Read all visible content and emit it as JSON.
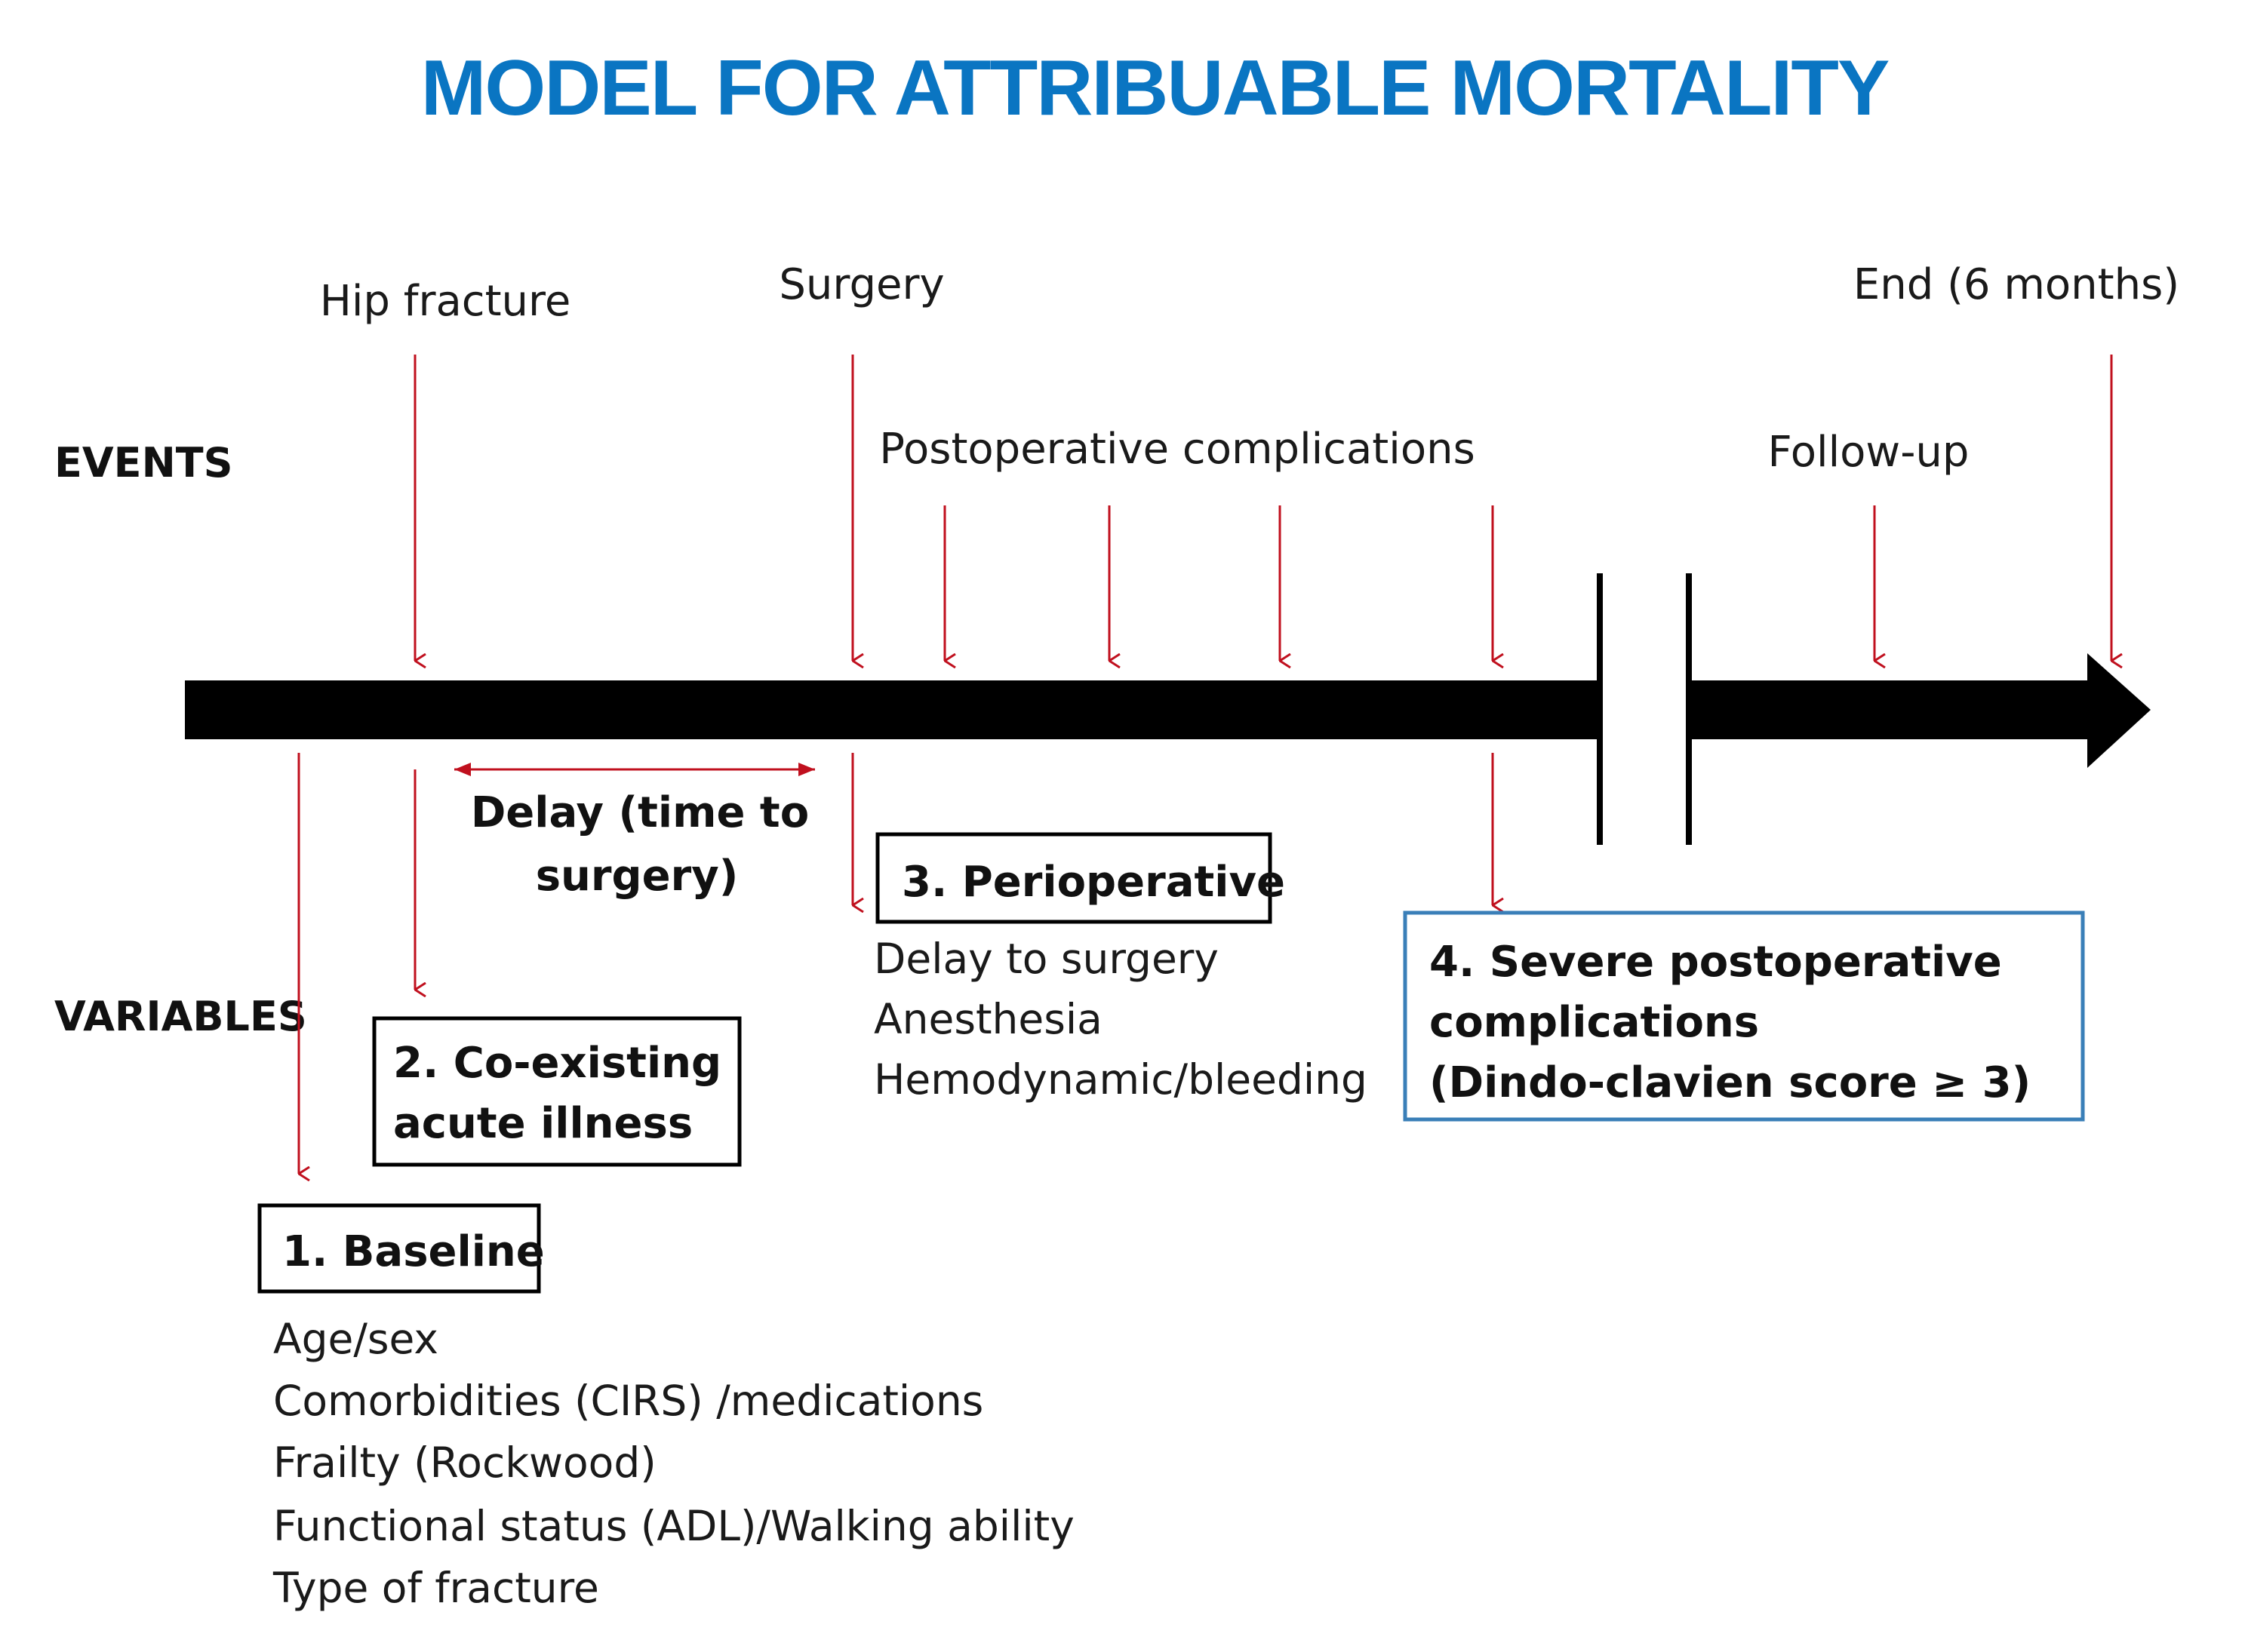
{
  "title": "MODEL FOR ATTRIBUABLE MORTALITY",
  "sections": {
    "events": "EVENTS",
    "variables": "VARIABLES"
  },
  "events": {
    "hip_fracture": "Hip fracture",
    "surgery": "Surgery",
    "end": "End (6 months)",
    "postoperative": "Postoperative complications",
    "follow_up": "Follow-up"
  },
  "delay": {
    "line1": "Delay (time to",
    "line2": "surgery)"
  },
  "boxes": {
    "baseline": {
      "title": "1. Baseline",
      "items": [
        "Age/sex",
        "Comorbidities (CIRS) /medications",
        "Frailty (Rockwood)",
        "Functional status (ADL)/Walking ability",
        "Type of fracture"
      ]
    },
    "acute": {
      "title_line1": "2. Co-existing",
      "title_line2": "acute illness"
    },
    "perioperative": {
      "title": "3. Perioperative",
      "items": [
        "Delay to surgery",
        "Anesthesia",
        "Hemodynamic/bleeding"
      ]
    },
    "severe": {
      "line1": "4. Severe postoperative",
      "line2": "complications",
      "line3": "(Dindo-clavien score ≥ 3)"
    }
  },
  "colors": {
    "title": "#0a75c2",
    "arrow": "#c0101e",
    "severe_box_border": "#3a7fb8"
  }
}
